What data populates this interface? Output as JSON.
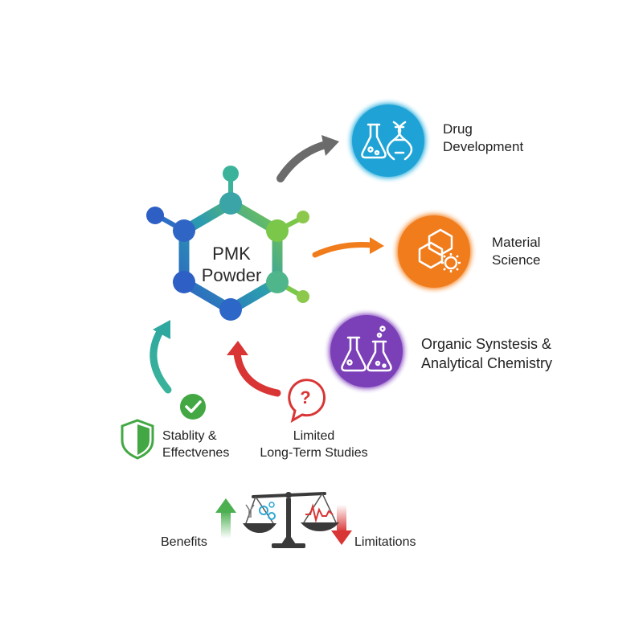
{
  "center": {
    "line1": "PMK",
    "line2": "Powder"
  },
  "applications": [
    {
      "icon": "flask-dna-icon",
      "color": "#1fa3d6",
      "line1": "Drug",
      "line2": "Development"
    },
    {
      "icon": "molecule-gear-icon",
      "color": "#f07c1c",
      "line1": "Material",
      "line2": "Science"
    },
    {
      "icon": "flasks-icon",
      "color": "#7b3fb8",
      "line1": "Organic Synstesis &",
      "line2": "Analytical Chemistry"
    }
  ],
  "stability": {
    "icon": "shield-check-icon",
    "line1": "Stablity &",
    "line2": "Effectvenes",
    "color": "#43a844"
  },
  "limited": {
    "icon": "question-bubble-icon",
    "line1": "Limited",
    "line2": "Long-Term Studies",
    "color": "#d93535"
  },
  "balance": {
    "icon": "balance-scale-icon",
    "benefits_label": "Benefits",
    "limitations_label": "Limitations",
    "up_color": "#4caf50",
    "down_color": "#d93535"
  }
}
